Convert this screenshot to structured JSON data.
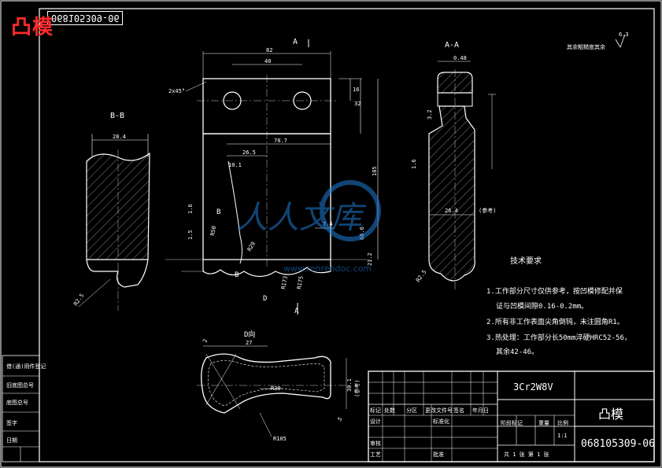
{
  "header": {
    "title_red": "凸模",
    "code_mirrored": "068105309-06"
  },
  "views": {
    "section_bb": "B-B",
    "section_aa": "A-A",
    "view_d": "D向",
    "arrow_a_top": "A",
    "arrow_a_bottom": "A",
    "arrow_b_left": "B",
    "arrow_b_bottom": "B",
    "arrow_d": "D"
  },
  "roughness": {
    "note": "其余粗糙度其余",
    "value": "6.3"
  },
  "dimensions": {
    "bb_width": "28.4",
    "bb_r": "R2.5",
    "front_82": "82",
    "front_40": "40",
    "front_chamfer": "2x45°",
    "front_16": "16",
    "front_32": "32",
    "front_70": "70.7",
    "front_26": "26.5",
    "front_10": "10.1",
    "front_105": "105",
    "front_7": "7.4",
    "front_66": "66.6",
    "front_21": "21.2",
    "front_1_6": "1.6",
    "front_1_5": "1.5",
    "front_r": "R29",
    "front_r2": "R50",
    "front_r3": "R173",
    "front_r4": "R175",
    "side_048": "0.48",
    "side_1_6": "1.6",
    "side_3_2": "3.2",
    "side_26_4": "26.4",
    "side_note": "(参考)",
    "d_27": "27",
    "d_r30": "R30",
    "d_r105": "R105",
    "d_2": "2",
    "d_5": "5",
    "d_30_1": "30.1",
    "d_note": "(参考)"
  },
  "tech_requirements": {
    "heading": "技术要求",
    "items": [
      "1.工作部分尺寸仅供参考，按凹模修配并保",
      "证与凹模间隙0.16-0.2mm。",
      "2.所有非工作表面尖角倒钝，未注圆角R1。",
      "3.热处理：工作部分长50mm淬硬HRC52-56，",
      "其余42-46。"
    ]
  },
  "title_block": {
    "material": "3Cr2W8V",
    "part_name": "凸模",
    "drawing_no": "068105309-06",
    "scale": "1:1",
    "sheet": "共 1 张   第 1 张",
    "row_labels": [
      "标记",
      "处数",
      "分区",
      "更改文件号",
      "签名",
      "年月日"
    ],
    "design": "设计",
    "standard": "标准化",
    "review": "审核",
    "process": "工艺",
    "approve": "批准",
    "stage": "阶段标记",
    "weight": "重量",
    "ratio": "比例"
  },
  "left_strip": {
    "items": [
      "借(通)用件登记",
      "旧底图总号",
      "底图总号",
      "签字",
      "日期"
    ]
  },
  "watermark": {
    "text": "人人文库",
    "sub": "www.renrendoc.com"
  }
}
